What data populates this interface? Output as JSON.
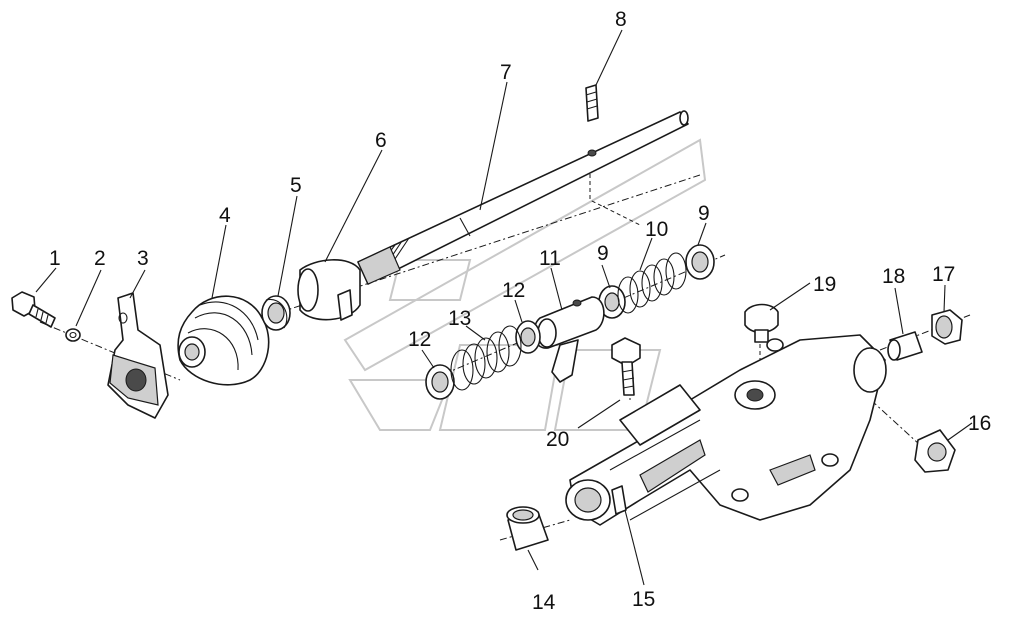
{
  "diagram": {
    "callouts": [
      "1",
      "2",
      "3",
      "4",
      "5",
      "6",
      "7",
      "8",
      "9",
      "9",
      "10",
      "11",
      "12",
      "12",
      "13",
      "14",
      "15",
      "16",
      "17",
      "18",
      "19",
      "20"
    ]
  }
}
